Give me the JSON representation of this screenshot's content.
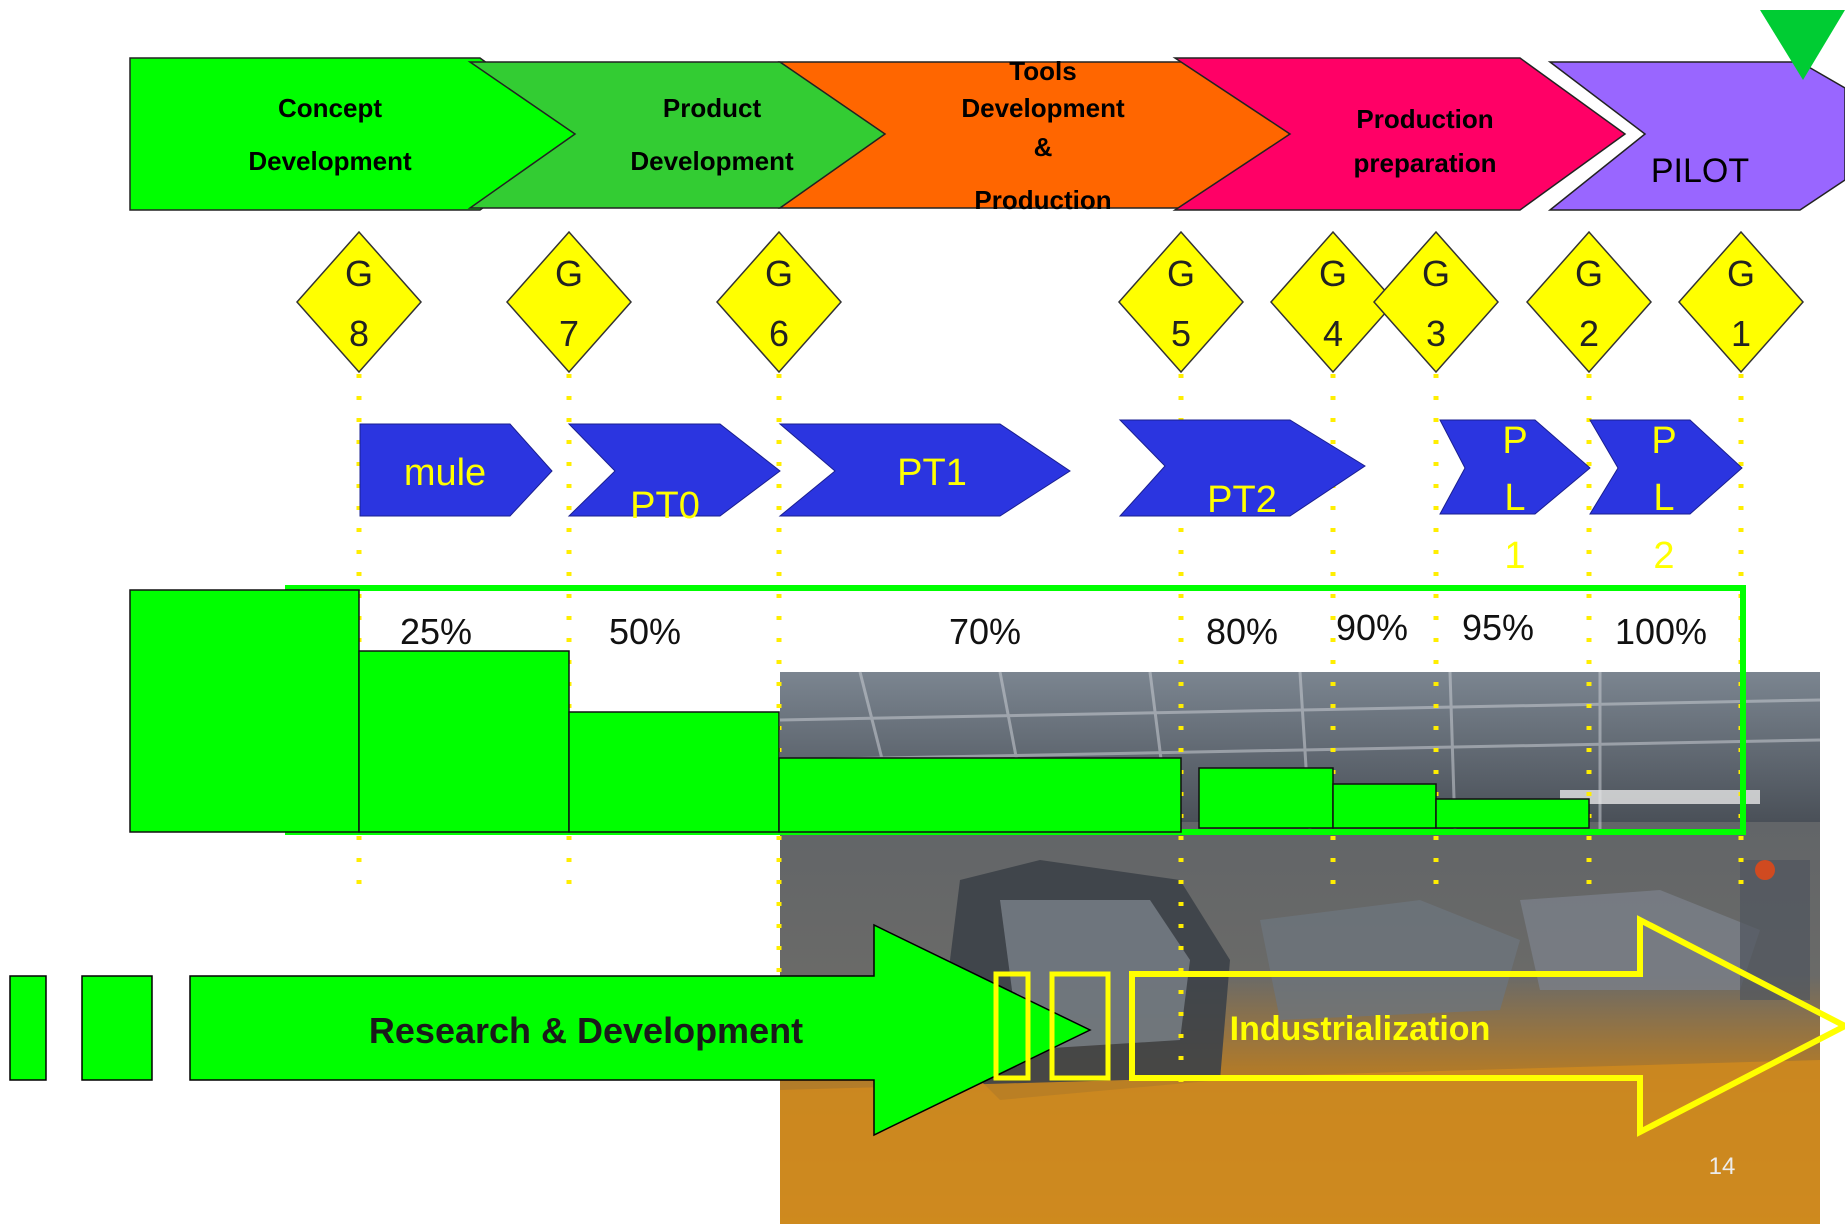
{
  "phases": [
    {
      "lines": [
        "Concept",
        "Development"
      ],
      "color": "#00ff00",
      "text_color": "#000000"
    },
    {
      "lines": [
        "Product",
        "Development"
      ],
      "color": "#33cc33",
      "text_color": "#000000"
    },
    {
      "lines": [
        "Tools",
        "Development",
        "&",
        "Production"
      ],
      "color": "#ff6600",
      "text_color": "#000000"
    },
    {
      "lines": [
        "Production",
        "preparation"
      ],
      "color": "#ff0066",
      "text_color": "#000000"
    },
    {
      "lines": [
        "PILOT"
      ],
      "color": "#9966ff",
      "text_color": "#000000"
    }
  ],
  "gates": [
    {
      "letter": "G",
      "number": "8"
    },
    {
      "letter": "G",
      "number": "7"
    },
    {
      "letter": "G",
      "number": "6"
    },
    {
      "letter": "G",
      "number": "5"
    },
    {
      "letter": "G",
      "number": "4"
    },
    {
      "letter": "G",
      "number": "3"
    },
    {
      "letter": "G",
      "number": "2"
    },
    {
      "letter": "G",
      "number": "1"
    }
  ],
  "prototypes": [
    {
      "label": "mule"
    },
    {
      "label": "PT0"
    },
    {
      "label": "PT1"
    },
    {
      "label": "PT2"
    },
    {
      "label": "P L 1"
    },
    {
      "label": "P L 2"
    }
  ],
  "percentages": [
    "25%",
    "50%",
    "70%",
    "80%",
    "90%",
    "95%",
    "100%"
  ],
  "bottom": {
    "rd_label": "Research & Development",
    "ind_label": "Industrialization"
  },
  "page_number": "14",
  "colors": {
    "gate": "#ffff00",
    "proto": "#2b35e0",
    "proto_text": "#ffff00",
    "bars": "#00ff00",
    "dots": "#ffee00",
    "ind": "#ffff00"
  }
}
